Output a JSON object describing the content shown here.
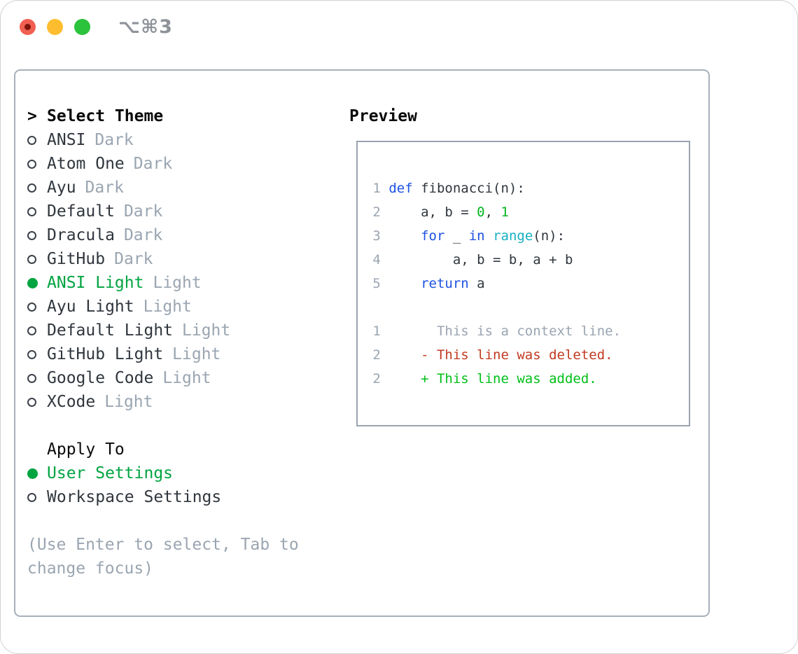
{
  "titlebar": {
    "title": "⌥⌘3"
  },
  "theme_list": {
    "cursor": ">",
    "header": "Select Theme",
    "items": [
      {
        "name": "ANSI",
        "badge": "Dark",
        "selected": false
      },
      {
        "name": "Atom One",
        "badge": "Dark",
        "selected": false
      },
      {
        "name": "Ayu",
        "badge": "Dark",
        "selected": false
      },
      {
        "name": "Default",
        "badge": "Dark",
        "selected": false
      },
      {
        "name": "Dracula",
        "badge": "Dark",
        "selected": false
      },
      {
        "name": "GitHub",
        "badge": "Dark",
        "selected": false
      },
      {
        "name": "ANSI Light",
        "badge": "Light",
        "selected": true
      },
      {
        "name": "Ayu Light",
        "badge": "Light",
        "selected": false
      },
      {
        "name": "Default Light",
        "badge": "Light",
        "selected": false
      },
      {
        "name": "GitHub Light",
        "badge": "Light",
        "selected": false
      },
      {
        "name": "Google Code",
        "badge": "Light",
        "selected": false
      },
      {
        "name": "XCode",
        "badge": "Light",
        "selected": false
      }
    ]
  },
  "apply_to": {
    "header": "Apply To",
    "options": [
      {
        "label": "User Settings",
        "selected": true
      },
      {
        "label": "Workspace Settings",
        "selected": false
      }
    ]
  },
  "hint": "(Use Enter to select, Tab to change focus)",
  "preview": {
    "header": "Preview",
    "code_lines": [
      {
        "num": "1",
        "tokens": [
          {
            "text": "def",
            "style": "kw"
          },
          {
            "text": " fibonacci(n):",
            "style": "fg"
          }
        ]
      },
      {
        "num": "2",
        "tokens": [
          {
            "text": "    a, b = ",
            "style": "fg"
          },
          {
            "text": "0",
            "style": "num"
          },
          {
            "text": ", ",
            "style": "fg"
          },
          {
            "text": "1",
            "style": "num"
          }
        ]
      },
      {
        "num": "3",
        "tokens": [
          {
            "text": "    ",
            "style": "fg"
          },
          {
            "text": "for",
            "style": "kw"
          },
          {
            "text": " _ ",
            "style": "fg"
          },
          {
            "text": "in",
            "style": "kw"
          },
          {
            "text": " ",
            "style": "fg"
          },
          {
            "text": "range",
            "style": "fn"
          },
          {
            "text": "(n):",
            "style": "fg"
          }
        ]
      },
      {
        "num": "4",
        "tokens": [
          {
            "text": "        a, b = b, a + b",
            "style": "fg"
          }
        ]
      },
      {
        "num": "5",
        "tokens": [
          {
            "text": "    ",
            "style": "fg"
          },
          {
            "text": "return",
            "style": "kw"
          },
          {
            "text": " a",
            "style": "fg"
          }
        ]
      },
      {
        "num": "",
        "tokens": []
      },
      {
        "num": "1",
        "tokens": [
          {
            "text": "      This is a context line.",
            "style": "ctx"
          }
        ]
      },
      {
        "num": "2",
        "tokens": [
          {
            "text": "    - This line was deleted.",
            "style": "del"
          }
        ]
      },
      {
        "num": "2",
        "tokens": [
          {
            "text": "    + This line was added.",
            "style": "add"
          }
        ]
      }
    ]
  },
  "colors": {
    "text": "#30363d",
    "muted": "#9aa5b1",
    "accent_green": "#00a441",
    "added": "#00bf18",
    "deleted": "#c13a20",
    "keyword": "#1d52e2",
    "builtin": "#16b0c3",
    "number": "#00b41e",
    "panel_border": "#a7b0ba",
    "preview_border": "#9aa3ae"
  }
}
